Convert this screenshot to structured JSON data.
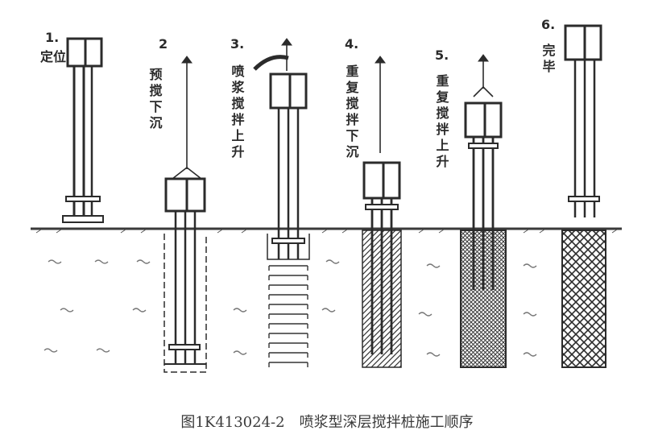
{
  "steps": [
    {
      "num": "1.",
      "label": "定位"
    },
    {
      "num": "2",
      "label": "预搅下沉"
    },
    {
      "num": "3.",
      "label": "喷浆搅拌上升"
    },
    {
      "num": "4.",
      "label": "重复搅拌下沉"
    },
    {
      "num": "5.",
      "label": "重复搅拌上升"
    },
    {
      "num": "6.",
      "label": "完毕"
    }
  ],
  "caption": "图1K413024-2　喷浆型深层搅拌桩施工顺序",
  "colors": {
    "line": "#2b2b2b",
    "ground": "#3a3a3a",
    "paper": "#ffffff"
  }
}
